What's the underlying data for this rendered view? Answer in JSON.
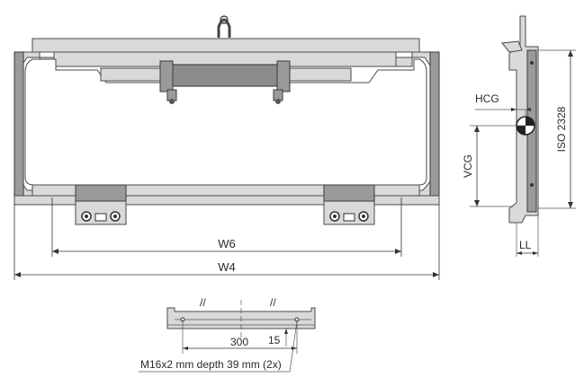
{
  "labels": {
    "w6": "W6",
    "w4": "W4",
    "hcg": "HCG",
    "vcg": "VCG",
    "iso": "ISO 2328",
    "ll": "LL",
    "dim_300": "300",
    "dim_15": "15",
    "slash_left": "//",
    "slash_right": "//",
    "thread_note": "M16x2 mm depth 39 mm (2x)"
  },
  "colors": {
    "frame": "#d9d9d9",
    "frame_dark": "#9a9a9a",
    "cylinder": "#8c8c8c",
    "line": "#333333"
  },
  "icons": {
    "cog_marker": "center-of-gravity-icon",
    "lifting_eye": "lifting-eye-icon"
  }
}
